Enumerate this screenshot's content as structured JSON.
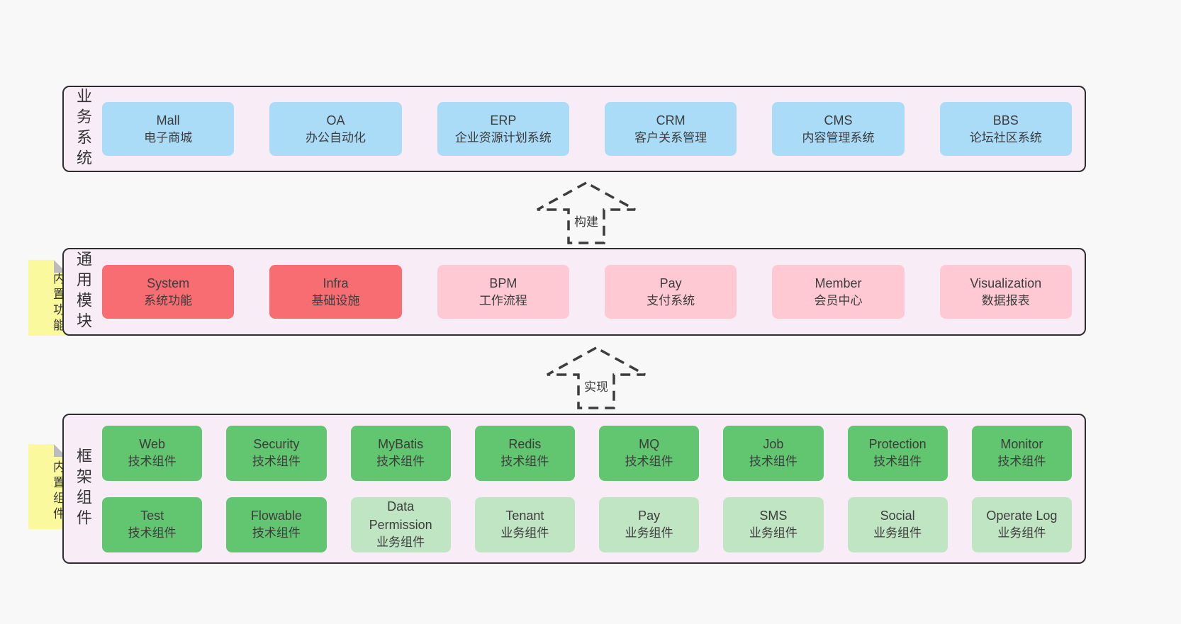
{
  "colors": {
    "page_bg": "#f8f8f8",
    "panel_bg": "#f8edf6",
    "panel_border": "#2e2e2e",
    "blue": "#aadcf7",
    "red": "#f76d72",
    "pink": "#fec9d2",
    "green": "#62c56f",
    "lightgreen": "#c0e5c2",
    "sticky_yellow": "#fbf99d",
    "sticky_fold_gray": "#bcbcc0"
  },
  "arrows": [
    {
      "label": "构建"
    },
    {
      "label": "实现"
    }
  ],
  "panels": [
    {
      "id": "business-systems",
      "side_label": "业务系统",
      "note": null,
      "rows": [
        [
          {
            "name": "Mall",
            "desc": "电子商城",
            "color": "blue"
          },
          {
            "name": "OA",
            "desc": "办公自动化",
            "color": "blue"
          },
          {
            "name": "ERP",
            "desc": "企业资源计划系统",
            "color": "blue"
          },
          {
            "name": "CRM",
            "desc": "客户关系管理",
            "color": "blue"
          },
          {
            "name": "CMS",
            "desc": "内容管理系统",
            "color": "blue"
          },
          {
            "name": "BBS",
            "desc": "论坛社区系统",
            "color": "blue"
          }
        ]
      ]
    },
    {
      "id": "common-modules",
      "side_label": "通用模块",
      "note": "内置功能",
      "rows": [
        [
          {
            "name": "System",
            "desc": "系统功能",
            "color": "red"
          },
          {
            "name": "Infra",
            "desc": "基础设施",
            "color": "red"
          },
          {
            "name": "BPM",
            "desc": "工作流程",
            "color": "pink"
          },
          {
            "name": "Pay",
            "desc": "支付系统",
            "color": "pink"
          },
          {
            "name": "Member",
            "desc": "会员中心",
            "color": "pink"
          },
          {
            "name": "Visualization",
            "desc": "数据报表",
            "color": "pink"
          }
        ]
      ]
    },
    {
      "id": "framework-components",
      "side_label": "框架组件",
      "note": "内置组件",
      "rows": [
        [
          {
            "name": "Web",
            "desc": "技术组件",
            "color": "green"
          },
          {
            "name": "Security",
            "desc": "技术组件",
            "color": "green"
          },
          {
            "name": "MyBatis",
            "desc": "技术组件",
            "color": "green"
          },
          {
            "name": "Redis",
            "desc": "技术组件",
            "color": "green"
          },
          {
            "name": "MQ",
            "desc": "技术组件",
            "color": "green"
          },
          {
            "name": "Job",
            "desc": "技术组件",
            "color": "green"
          },
          {
            "name": "Protection",
            "desc": "技术组件",
            "color": "green"
          },
          {
            "name": "Monitor",
            "desc": "技术组件",
            "color": "green"
          }
        ],
        [
          {
            "name": "Test",
            "desc": "技术组件",
            "color": "green"
          },
          {
            "name": "Flowable",
            "desc": "技术组件",
            "color": "green"
          },
          {
            "name": "Data\nPermission",
            "desc": "业务组件",
            "color": "lightgreen"
          },
          {
            "name": "Tenant",
            "desc": "业务组件",
            "color": "lightgreen"
          },
          {
            "name": "Pay",
            "desc": "业务组件",
            "color": "lightgreen"
          },
          {
            "name": "SMS",
            "desc": "业务组件",
            "color": "lightgreen"
          },
          {
            "name": "Social",
            "desc": "业务组件",
            "color": "lightgreen"
          },
          {
            "name": "Operate Log",
            "desc": "业务组件",
            "color": "lightgreen"
          }
        ]
      ]
    }
  ]
}
